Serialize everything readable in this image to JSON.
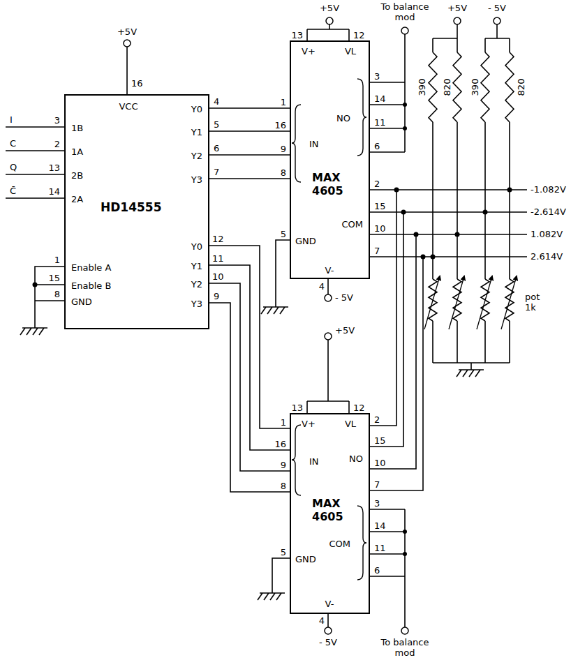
{
  "diagram": {
    "nodes": [
      {
        "text": [
          "HD14555",
          "VCC",
          "1B",
          "1A",
          "2B",
          "2A",
          "Enable A",
          "Enable B",
          "GND",
          "Y0",
          "Y1",
          "Y2",
          "Y3",
          "Y0",
          "Y1",
          "Y2",
          "Y3"
        ]
      },
      {
        "text": [
          "MAX 4605",
          "V+",
          "VL",
          "IN",
          "NO",
          "COM",
          "GND",
          "V-"
        ]
      },
      {
        "text": [
          "MAX 4605",
          "V+",
          "VL",
          "IN",
          "NO",
          "COM",
          "GND",
          "V-"
        ]
      }
    ],
    "edges": [
      {
        "from": 0,
        "to": 1,
        "arrow": "none"
      },
      {
        "from": 0,
        "to": 1,
        "arrow": "none"
      },
      {
        "from": 0,
        "to": 1,
        "arrow": "none"
      },
      {
        "from": 0,
        "to": 1,
        "arrow": "none"
      },
      {
        "from": 0,
        "to": 2,
        "arrow": "none"
      },
      {
        "from": 0,
        "to": 2,
        "arrow": "none"
      },
      {
        "from": 0,
        "to": 2,
        "arrow": "none"
      },
      {
        "from": 0,
        "to": 2,
        "arrow": "none"
      },
      {
        "from": 1,
        "to": 2,
        "arrow": "none"
      },
      {
        "from": 1,
        "to": 2,
        "arrow": "none"
      },
      {
        "from": 1,
        "to": 2,
        "arrow": "none"
      },
      {
        "from": 1,
        "to": 2,
        "arrow": "none"
      }
    ],
    "labels": [
      "+5V",
      "16",
      "I",
      "3",
      "C",
      "2",
      "Q",
      "13",
      "C̄",
      "14",
      "1",
      "15",
      "8",
      "4",
      "5",
      "6",
      "7",
      "12",
      "11",
      "10",
      "9",
      "+5V",
      "13",
      "12",
      "To balance mod",
      "1",
      "16",
      "9",
      "8",
      "3",
      "14",
      "11",
      "6",
      "2",
      "15",
      "10",
      "7",
      "5",
      "4",
      "- 5V",
      "+5V",
      "- 5V",
      "820",
      "390",
      "390",
      "820",
      "-1.082V",
      "-2.614V",
      "1.082V",
      "2.614V",
      "pot 1k",
      "+5V",
      "13",
      "12",
      "1",
      "16",
      "9",
      "8",
      "2",
      "15",
      "10",
      "7",
      "3",
      "14",
      "11",
      "6",
      "5",
      "4",
      "- 5V",
      "To balance mod"
    ]
  }
}
